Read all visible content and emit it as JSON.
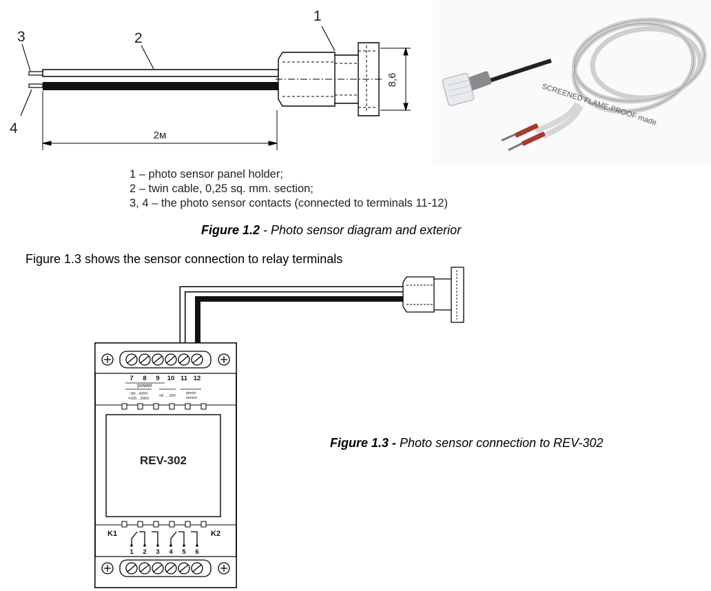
{
  "diagram": {
    "callouts": [
      "1",
      "2",
      "3",
      "4"
    ],
    "dim_length": "2м",
    "dim_height": "8,6"
  },
  "legend": [
    "1 – photo sensor panel holder;",
    "2 – twin cable, 0,25 sq. mm. section;",
    "3, 4 – the photo sensor contacts (connected to terminals 11-12)"
  ],
  "fig12": {
    "num": "Figure 1.2",
    "sep": " - ",
    "text": "Photo sensor diagram and exterior"
  },
  "intro": "Figure 1.3 shows the sensor connection to relay terminals",
  "fig13": {
    "num": "Figure 1.3",
    "sep": " - ",
    "text": "Photo sensor connection to REV-302"
  },
  "photo": {
    "cable_print": "SCREENED FLAME-PROOF made"
  },
  "relay": {
    "model": "REV-302",
    "top_terminals": [
      "7",
      "8",
      "9",
      "10",
      "11",
      "12"
    ],
    "power_label": "power",
    "voltage_ac": "~90…420V",
    "voltage_dc": "=100…300V",
    "voltage_low": "=8 … 30V",
    "photo_label": "photo-",
    "sensor_label": "sensor",
    "k1": "K1",
    "k2": "K2",
    "bottom_terminals": [
      "1",
      "2",
      "3",
      "4",
      "5",
      "6"
    ]
  }
}
